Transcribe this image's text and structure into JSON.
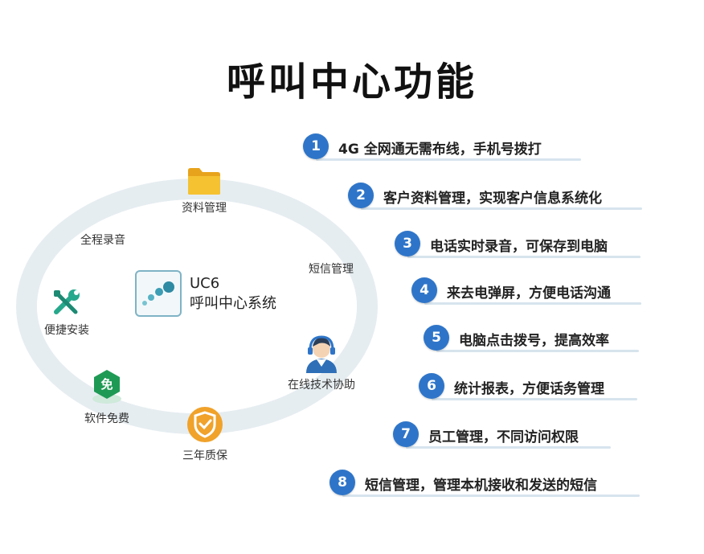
{
  "title": "呼叫中心功能",
  "center": {
    "name": "UC6",
    "subtitle": "呼叫中心系统",
    "logo_icon": "uc6-bubbles-logo-icon"
  },
  "ring_nodes": [
    {
      "label": "资料管理",
      "icon": "folder-icon"
    },
    {
      "label": "全程录音",
      "icon": ""
    },
    {
      "label": "短信管理",
      "icon": ""
    },
    {
      "label": "便捷安装",
      "icon": "tools-icon"
    },
    {
      "label": "在线技术协助",
      "icon": "headset-agent-icon"
    },
    {
      "label": "软件免费",
      "icon": "free-badge-icon",
      "badge_text": "免"
    },
    {
      "label": "三年质保",
      "icon": "shield-check-icon"
    }
  ],
  "features": [
    {
      "num": "1",
      "text": "4G 全网通无需布线，手机号拨打"
    },
    {
      "num": "2",
      "text": "客户资料管理，实现客户信息系统化"
    },
    {
      "num": "3",
      "text": "电话实时录音，可保存到电脑"
    },
    {
      "num": "4",
      "text": "来去电弹屏，方便电话沟通"
    },
    {
      "num": "5",
      "text": "电脑点击拨号，提高效率"
    },
    {
      "num": "6",
      "text": "统计报表，方便话务管理"
    },
    {
      "num": "7",
      "text": "员工管理，不同访问权限"
    },
    {
      "num": "8",
      "text": "短信管理，管理本机接收和发送的短信"
    }
  ],
  "colors": {
    "accent": "#2e75c9",
    "ring": "#e6edf1",
    "folder": "#f5c232",
    "tools": "#26a88c",
    "badge": "#1f9a55",
    "shield": "#f0a22a"
  }
}
